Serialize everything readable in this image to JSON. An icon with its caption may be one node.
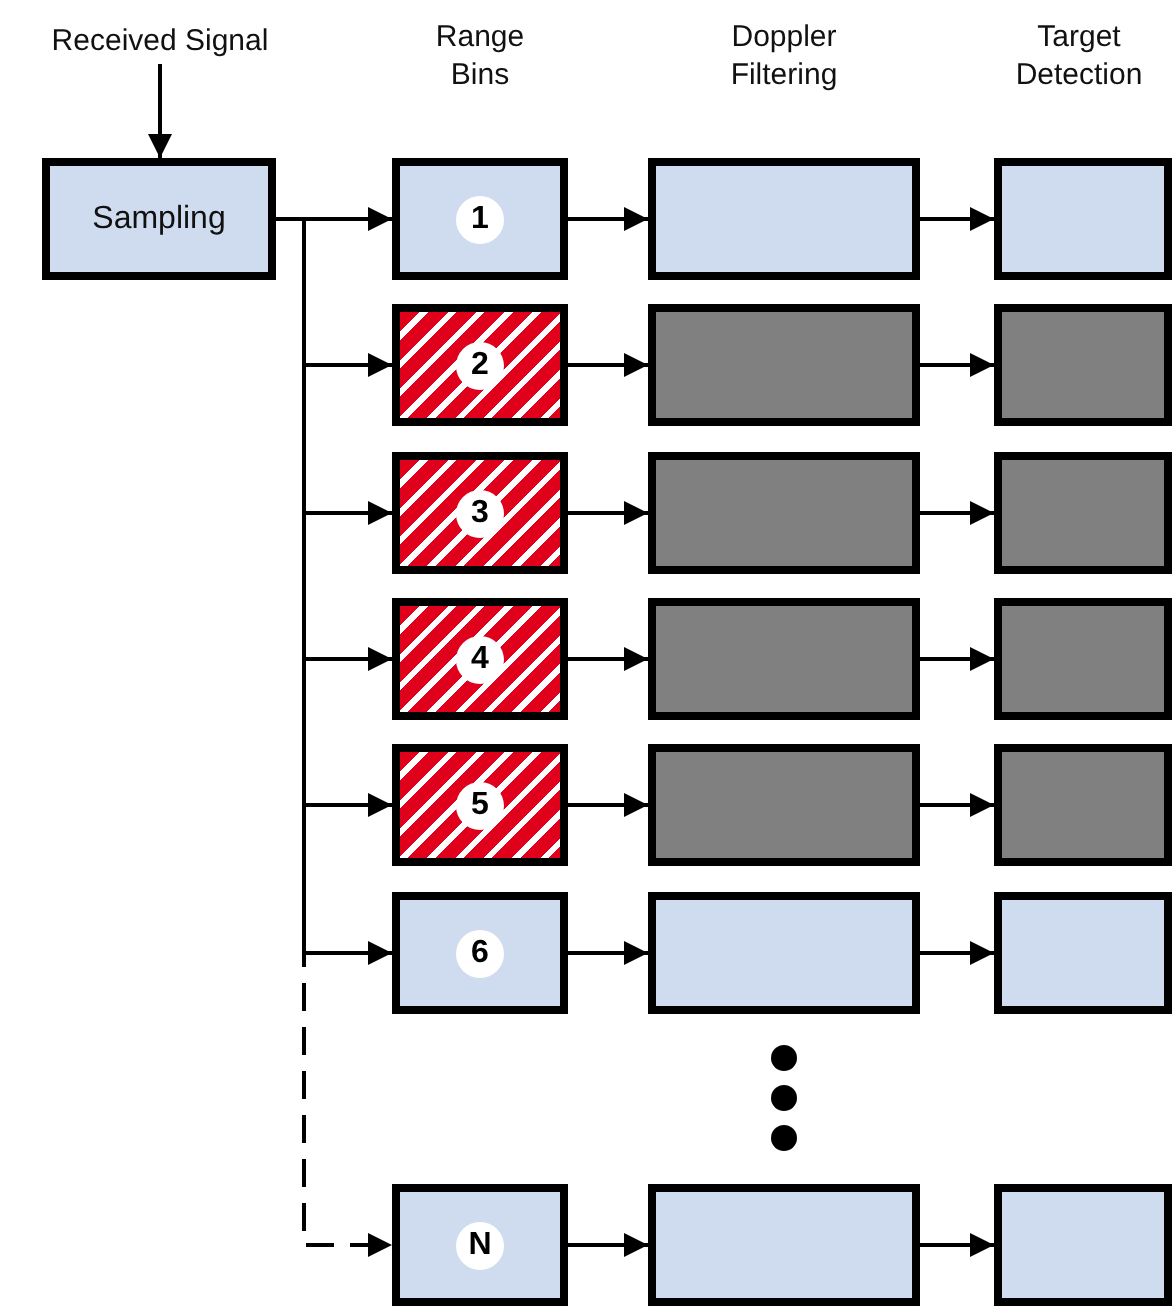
{
  "diagram": {
    "nodes": [
      {
        "text": [
          "Received Signal"
        ]
      },
      {
        "text": [
          "Sampling"
        ]
      },
      {
        "text": [
          "1"
        ]
      },
      {
        "text": [],
        "shape": "box"
      },
      {
        "text": [],
        "shape": "box"
      },
      {
        "text": [
          "2"
        ]
      },
      {
        "text": [],
        "shape": "box"
      },
      {
        "text": [],
        "shape": "box"
      },
      {
        "text": [
          "3"
        ]
      },
      {
        "text": [],
        "shape": "box"
      },
      {
        "text": [],
        "shape": "box"
      },
      {
        "text": [
          "4"
        ]
      },
      {
        "text": [],
        "shape": "box"
      },
      {
        "text": [],
        "shape": "box"
      },
      {
        "text": [
          "5"
        ]
      },
      {
        "text": [],
        "shape": "box"
      },
      {
        "text": [],
        "shape": "box"
      },
      {
        "text": [
          "6"
        ]
      },
      {
        "text": [],
        "shape": "box"
      },
      {
        "text": [],
        "shape": "box"
      },
      {
        "text": [
          "N"
        ]
      },
      {
        "text": [],
        "shape": "box"
      },
      {
        "text": [],
        "shape": "box"
      }
    ],
    "edges": [
      {
        "from": 0,
        "to": 1,
        "arrow": "to"
      },
      {
        "from": 1,
        "to": 2,
        "arrow": "to"
      },
      {
        "from": 1,
        "to": 5,
        "arrow": "to"
      },
      {
        "from": 1,
        "to": 8,
        "arrow": "to"
      },
      {
        "from": 1,
        "to": 11,
        "arrow": "to"
      },
      {
        "from": 1,
        "to": 14,
        "arrow": "to"
      },
      {
        "from": 1,
        "to": 17,
        "arrow": "to"
      },
      {
        "from": 1,
        "to": 20,
        "arrow": "to",
        "style": "dashed"
      },
      {
        "from": 2,
        "to": 3,
        "arrow": "to"
      },
      {
        "from": 3,
        "to": 4,
        "arrow": "to"
      },
      {
        "from": 5,
        "to": 6,
        "arrow": "to"
      },
      {
        "from": 6,
        "to": 7,
        "arrow": "to"
      },
      {
        "from": 8,
        "to": 9,
        "arrow": "to"
      },
      {
        "from": 9,
        "to": 10,
        "arrow": "to"
      },
      {
        "from": 11,
        "to": 12,
        "arrow": "to"
      },
      {
        "from": 12,
        "to": 13,
        "arrow": "to"
      },
      {
        "from": 14,
        "to": 15,
        "arrow": "to"
      },
      {
        "from": 15,
        "to": 16,
        "arrow": "to"
      },
      {
        "from": 17,
        "to": 18,
        "arrow": "to"
      },
      {
        "from": 18,
        "to": 19,
        "arrow": "to"
      },
      {
        "from": 20,
        "to": 21,
        "arrow": "to"
      },
      {
        "from": 21,
        "to": 22,
        "arrow": "to"
      }
    ],
    "labels": [
      "Range Bins",
      "Doppler Filtering",
      "Target Detection"
    ]
  }
}
